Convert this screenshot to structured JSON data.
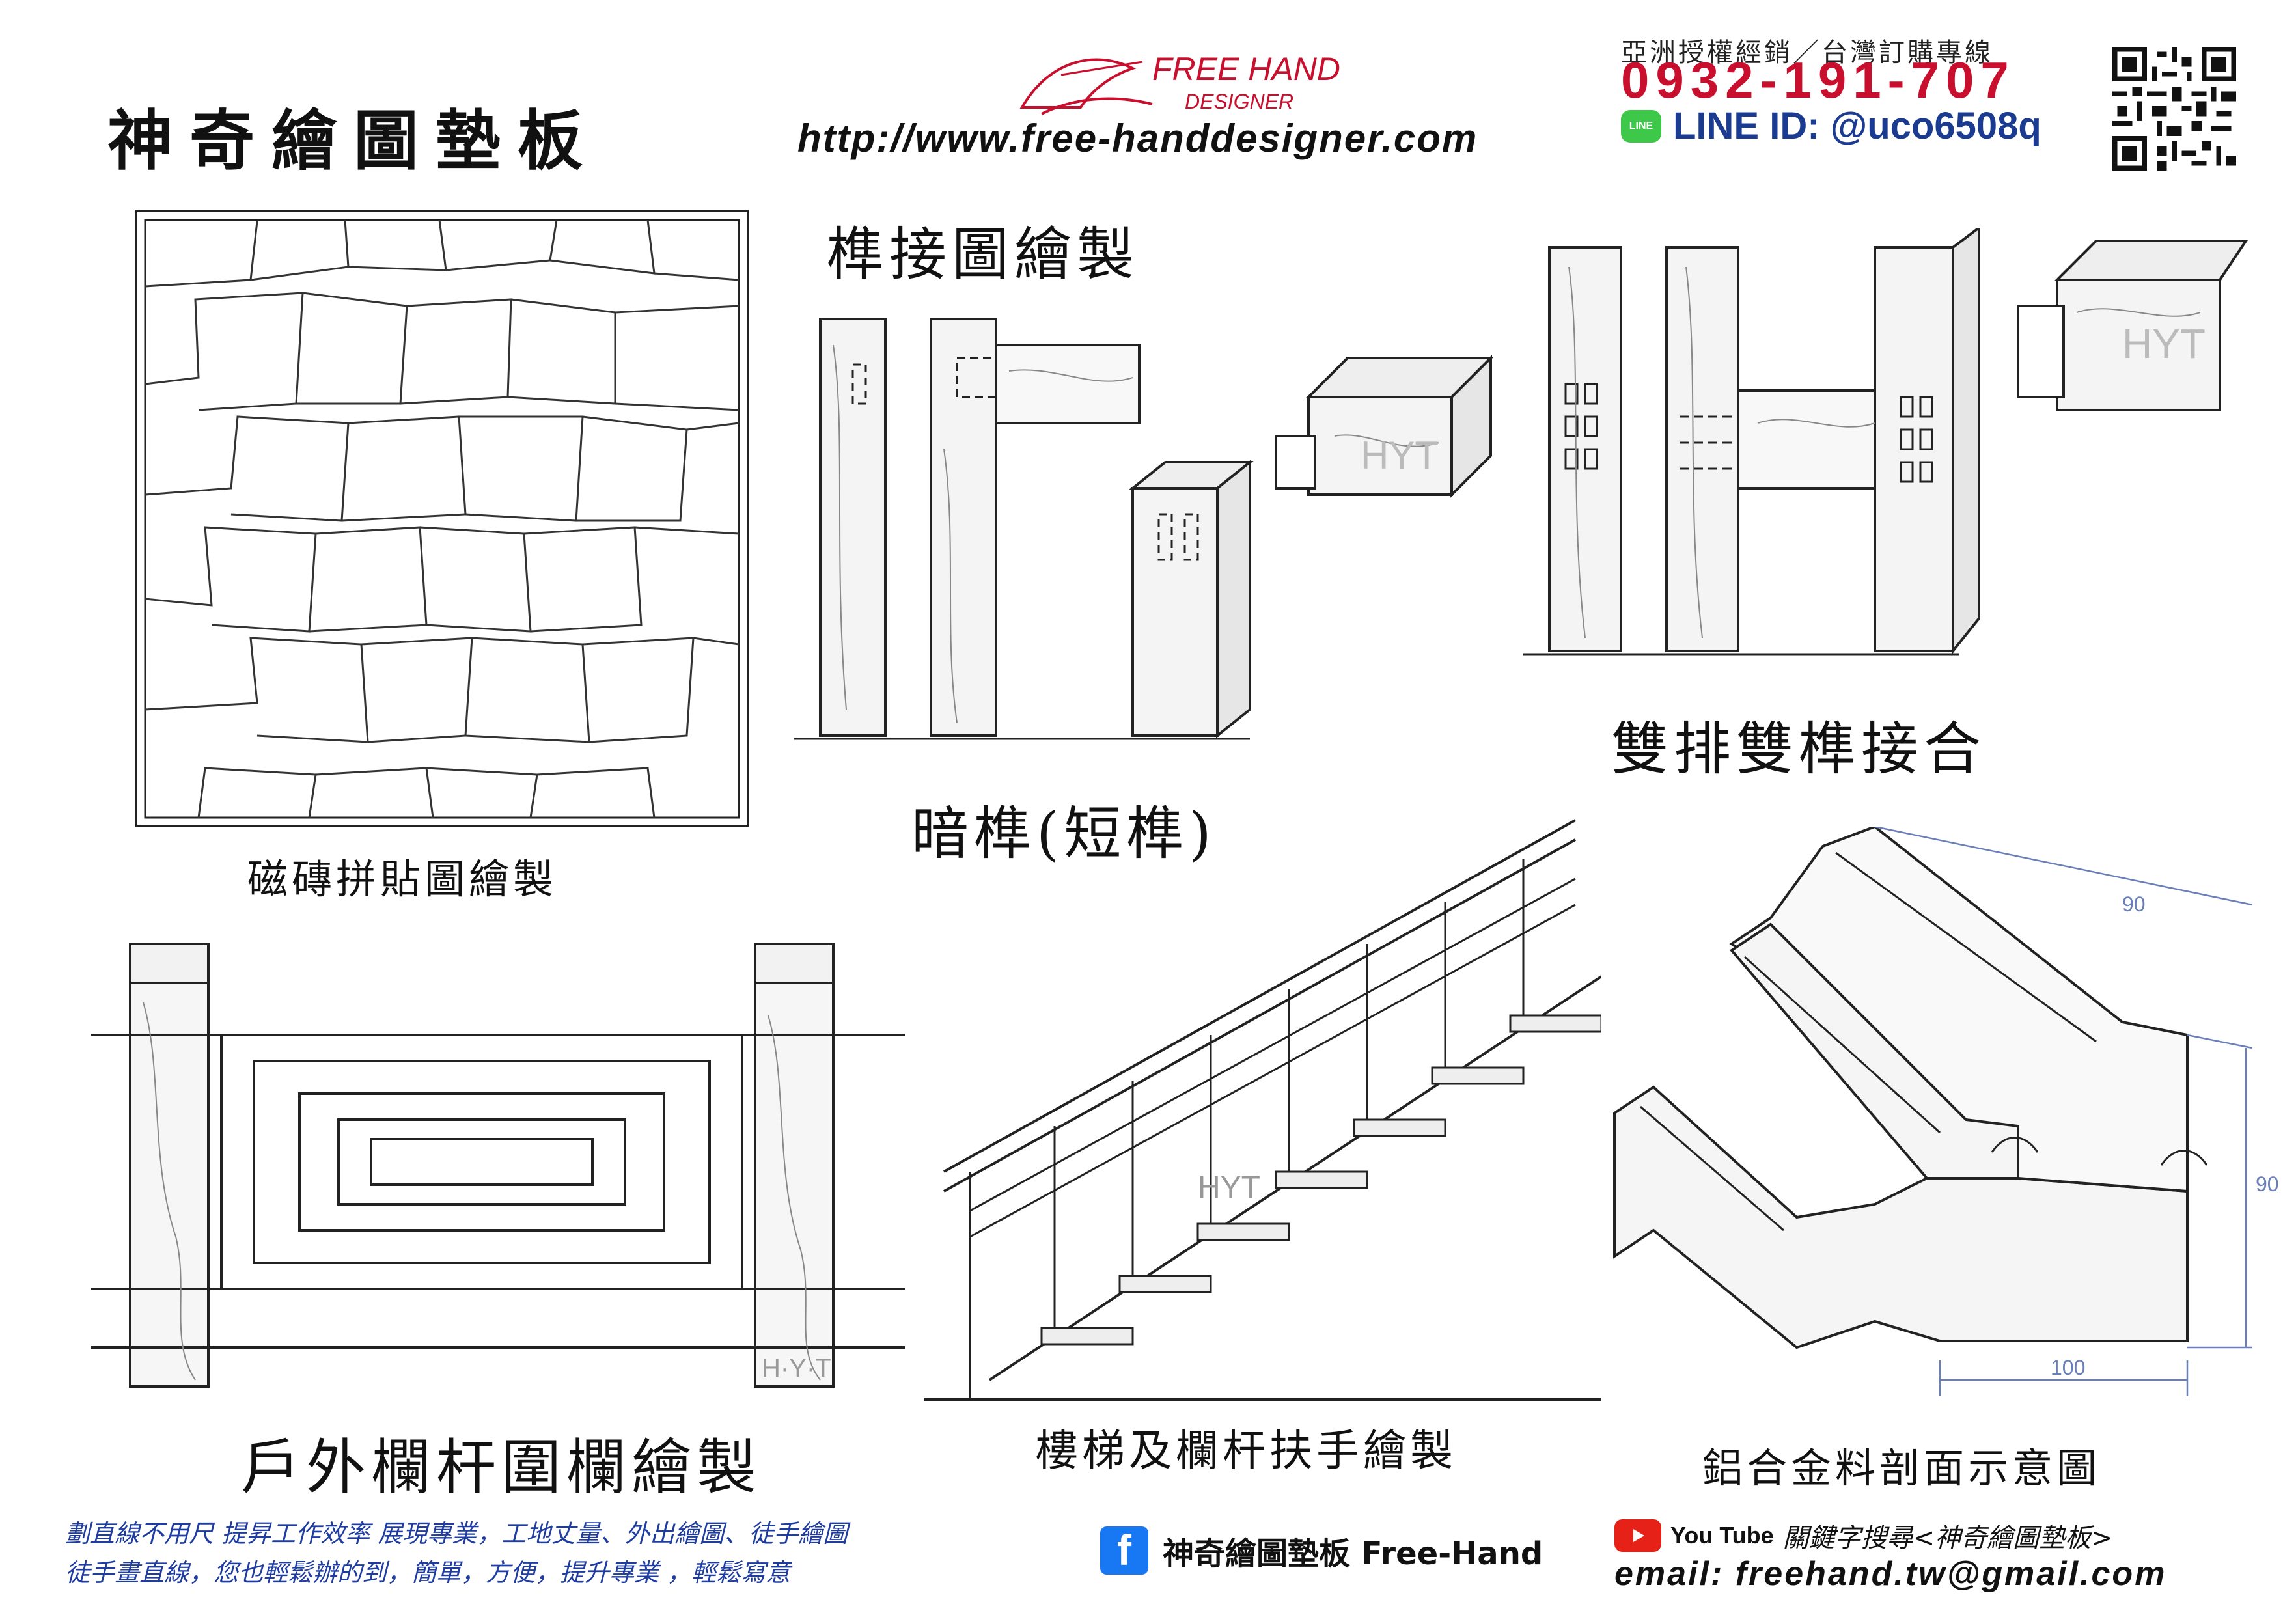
{
  "header": {
    "title": "神奇繪圖墊板",
    "logo_text_line1": "FREE HAND",
    "logo_text_line2": "DESIGNER",
    "url": "http://www.free-handdesigner.com",
    "contact_head": "亞洲授權經銷／台灣訂購專線",
    "phone": "0932-191-707",
    "line_badge": "LINE",
    "line_id": "LINE ID: @uco6508q",
    "brand_red": "#c8102e"
  },
  "panels": {
    "tile": {
      "caption": "磁磚拼貼圖繪製"
    },
    "mortise_heading": "榫接圖繪製",
    "blind_mortise": {
      "caption": "暗榫(短榫)",
      "watermark": "HYT"
    },
    "double_mortise": {
      "caption": "雙排雙榫接合",
      "watermark": "HYT"
    },
    "railing": {
      "caption": "戶外欄杆圍欄繪製",
      "watermark": "H·Y·T"
    },
    "stairs": {
      "caption": "樓梯及欄杆扶手繪製",
      "watermark": "HYT"
    },
    "aluminum": {
      "caption": "鋁合金料剖面示意圖",
      "dim_top": "90",
      "dim_side": "90",
      "dim_bottom": "100"
    }
  },
  "footer": {
    "line1": "劃直線不用尺 提昇工作效率 展現專業，工地丈量、外出繪圖、徒手繪圖",
    "line2": "徒手畫直線，您也輕鬆辦的到，簡單，方便，提升專業 ，輕鬆寫意",
    "facebook_icon_letter": "f",
    "facebook_label": "神奇繪圖墊板 Free-Hand",
    "youtube_word": "You Tube",
    "youtube_text": "關鍵字搜尋<神奇繪圖墊板>",
    "email": "email: freehand.tw@gmail.com"
  },
  "icons": {
    "logo": "hand-drawing-logo-icon",
    "qr": "qr-code-icon",
    "line": "line-app-icon",
    "facebook": "facebook-icon",
    "youtube": "youtube-icon"
  }
}
